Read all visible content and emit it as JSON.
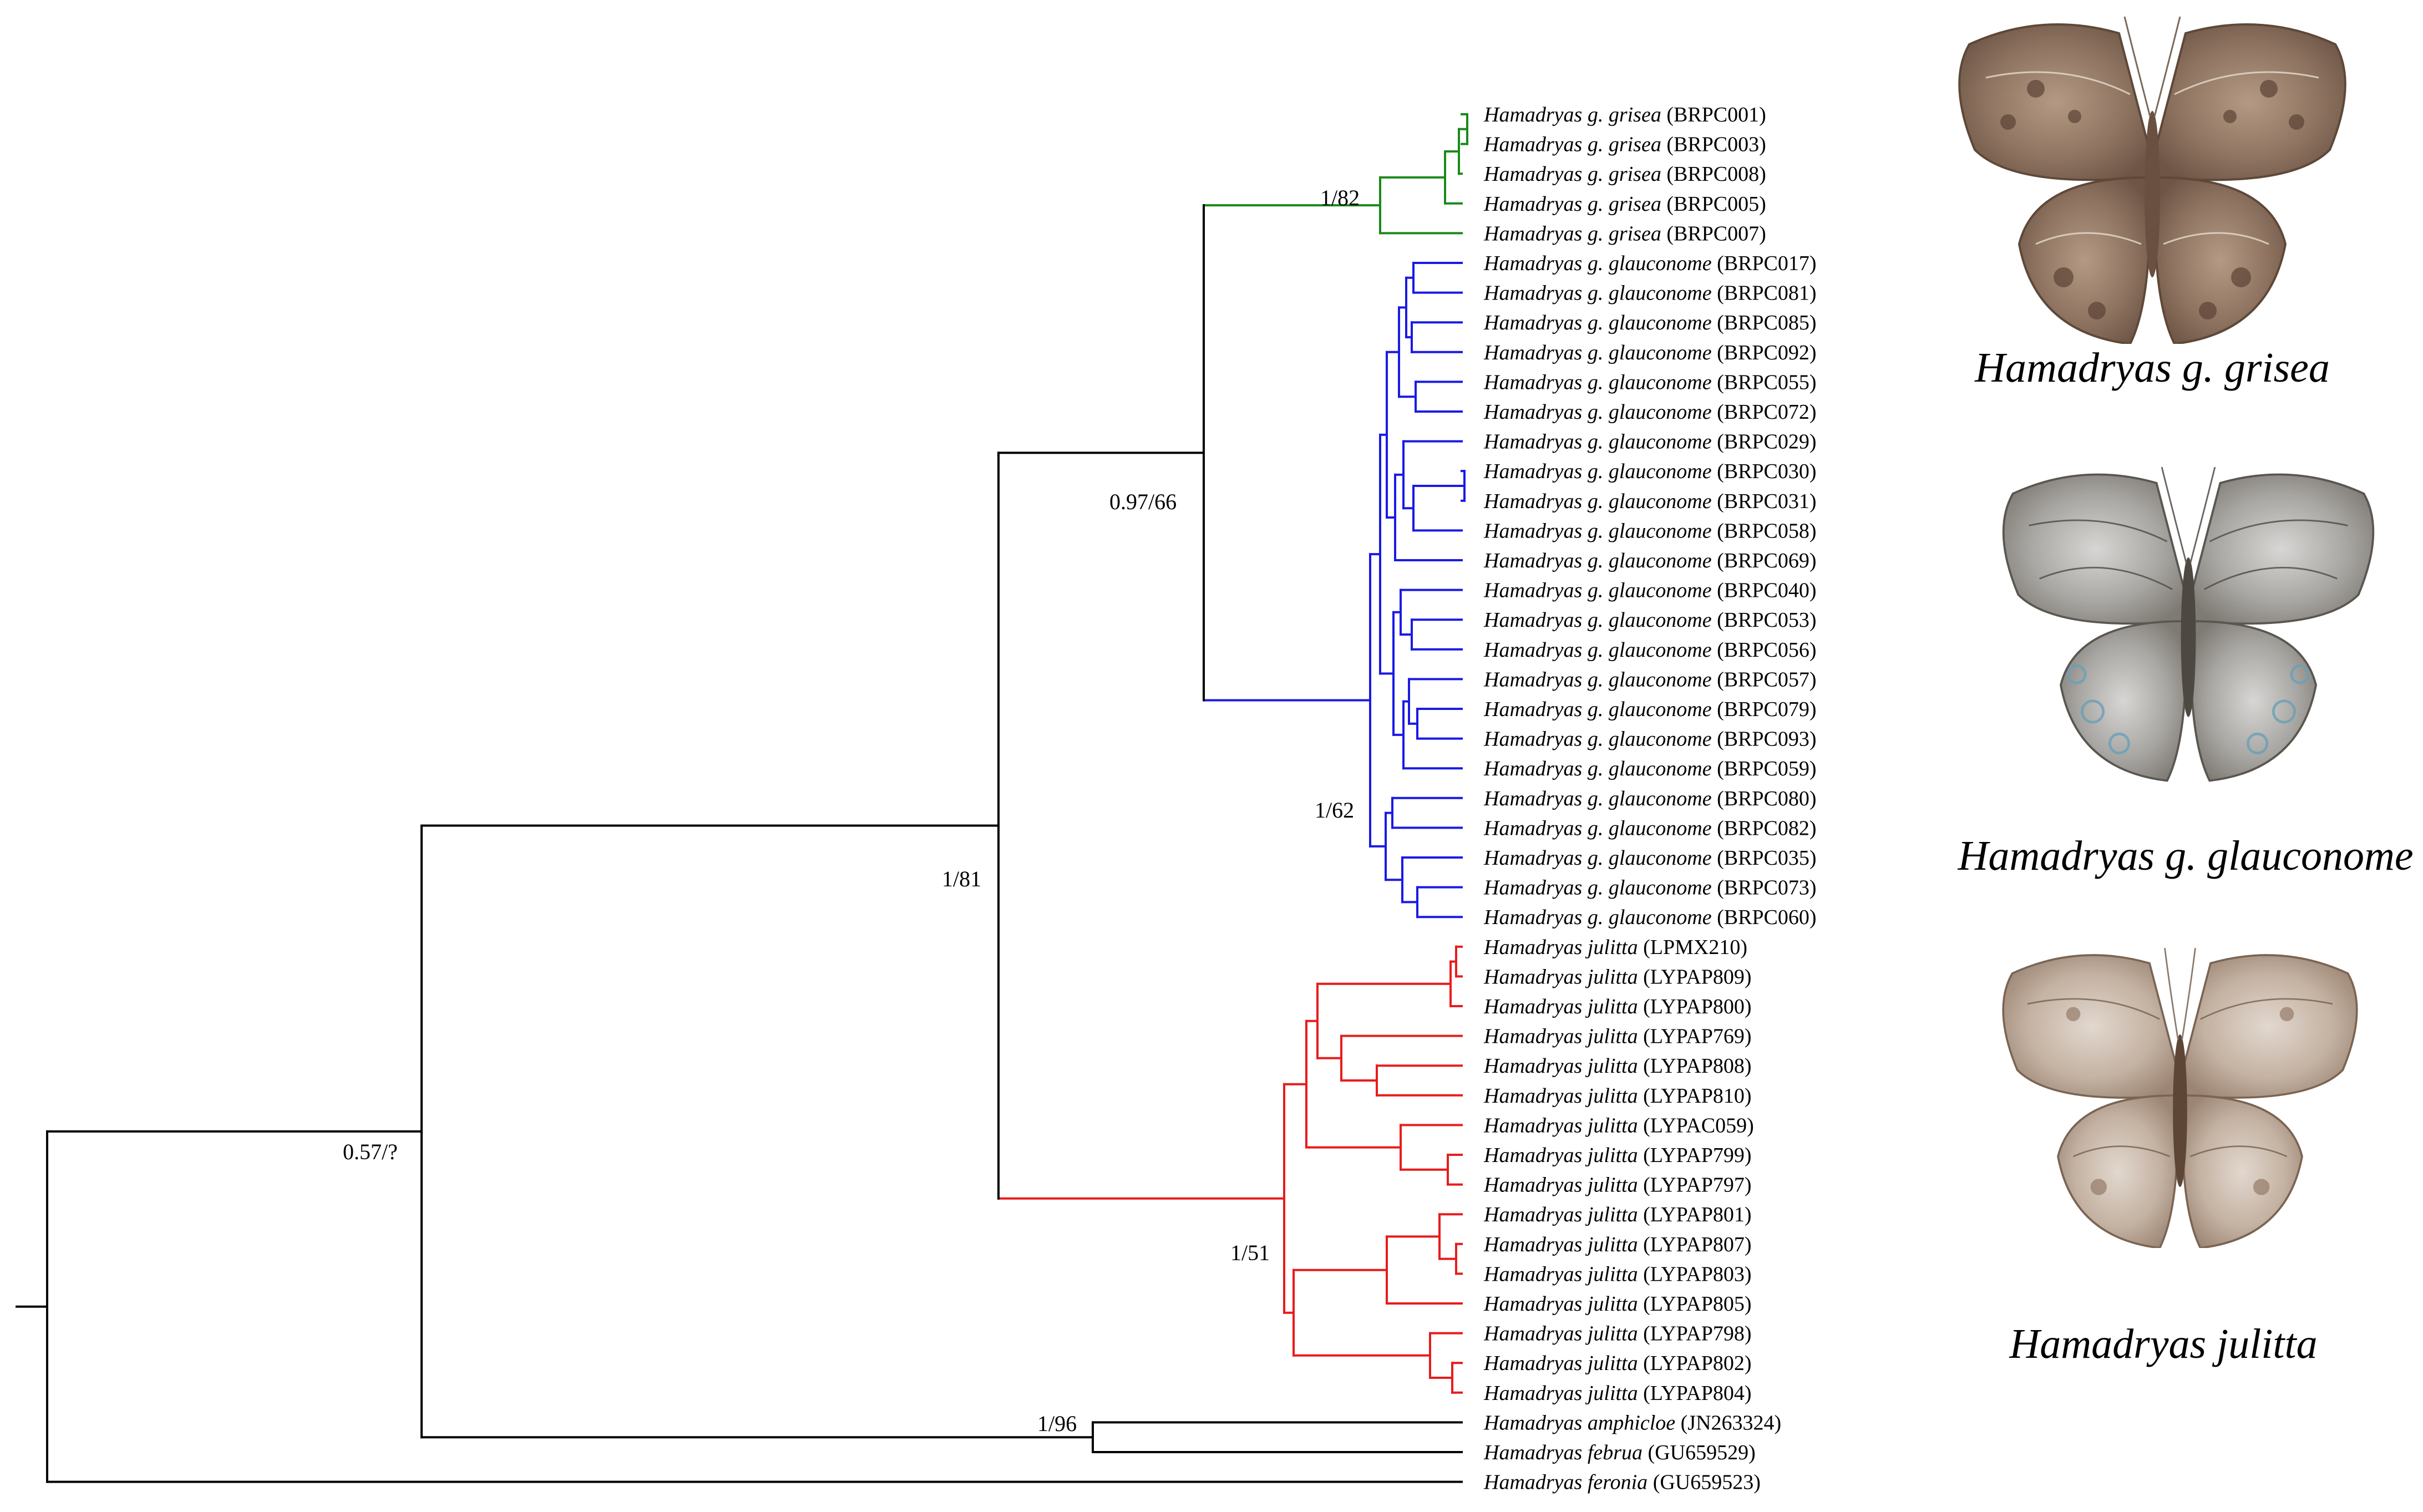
{
  "tips": [
    {
      "species": "Hamadryas g. grisea",
      "code": "(BRPC001)",
      "clade": "grisea"
    },
    {
      "species": "Hamadryas g. grisea",
      "code": "(BRPC003)",
      "clade": "grisea"
    },
    {
      "species": "Hamadryas g. grisea",
      "code": "(BRPC008)",
      "clade": "grisea"
    },
    {
      "species": "Hamadryas g. grisea",
      "code": "(BRPC005)",
      "clade": "grisea"
    },
    {
      "species": "Hamadryas g. grisea",
      "code": "(BRPC007)",
      "clade": "grisea"
    },
    {
      "species": "Hamadryas g. glauconome",
      "code": "(BRPC017)",
      "clade": "glauconome"
    },
    {
      "species": "Hamadryas g. glauconome",
      "code": "(BRPC081)",
      "clade": "glauconome"
    },
    {
      "species": "Hamadryas g. glauconome",
      "code": "(BRPC085)",
      "clade": "glauconome"
    },
    {
      "species": "Hamadryas g. glauconome",
      "code": "(BRPC092)",
      "clade": "glauconome"
    },
    {
      "species": "Hamadryas g. glauconome",
      "code": "(BRPC055)",
      "clade": "glauconome"
    },
    {
      "species": "Hamadryas g. glauconome",
      "code": "(BRPC072)",
      "clade": "glauconome"
    },
    {
      "species": "Hamadryas g. glauconome",
      "code": "(BRPC029)",
      "clade": "glauconome"
    },
    {
      "species": "Hamadryas g. glauconome",
      "code": "(BRPC030)",
      "clade": "glauconome"
    },
    {
      "species": "Hamadryas g. glauconome",
      "code": "(BRPC031)",
      "clade": "glauconome"
    },
    {
      "species": "Hamadryas g. glauconome",
      "code": "(BRPC058)",
      "clade": "glauconome"
    },
    {
      "species": "Hamadryas g. glauconome",
      "code": "(BRPC069)",
      "clade": "glauconome"
    },
    {
      "species": "Hamadryas g. glauconome",
      "code": "(BRPC040)",
      "clade": "glauconome"
    },
    {
      "species": "Hamadryas g. glauconome",
      "code": "(BRPC053)",
      "clade": "glauconome"
    },
    {
      "species": "Hamadryas g. glauconome",
      "code": "(BRPC056)",
      "clade": "glauconome"
    },
    {
      "species": "Hamadryas g. glauconome",
      "code": "(BRPC057)",
      "clade": "glauconome"
    },
    {
      "species": "Hamadryas g. glauconome",
      "code": "(BRPC079)",
      "clade": "glauconome"
    },
    {
      "species": "Hamadryas g. glauconome",
      "code": "(BRPC093)",
      "clade": "glauconome"
    },
    {
      "species": "Hamadryas g. glauconome",
      "code": "(BRPC059)",
      "clade": "glauconome"
    },
    {
      "species": "Hamadryas g. glauconome",
      "code": "(BRPC080)",
      "clade": "glauconome"
    },
    {
      "species": "Hamadryas g. glauconome",
      "code": "(BRPC082)",
      "clade": "glauconome"
    },
    {
      "species": "Hamadryas g. glauconome",
      "code": "(BRPC035)",
      "clade": "glauconome"
    },
    {
      "species": "Hamadryas g. glauconome",
      "code": "(BRPC073)",
      "clade": "glauconome"
    },
    {
      "species": "Hamadryas g. glauconome",
      "code": "(BRPC060)",
      "clade": "glauconome"
    },
    {
      "species": "Hamadryas julitta",
      "code": "(LPMX210)",
      "clade": "julitta"
    },
    {
      "species": "Hamadryas julitta",
      "code": "(LYPAP809)",
      "clade": "julitta"
    },
    {
      "species": "Hamadryas julitta",
      "code": "(LYPAP800)",
      "clade": "julitta"
    },
    {
      "species": "Hamadryas julitta",
      "code": "(LYPAP769)",
      "clade": "julitta"
    },
    {
      "species": "Hamadryas julitta",
      "code": "(LYPAP808)",
      "clade": "julitta"
    },
    {
      "species": "Hamadryas julitta",
      "code": "(LYPAP810)",
      "clade": "julitta"
    },
    {
      "species": "Hamadryas julitta",
      "code": "(LYPAC059)",
      "clade": "julitta"
    },
    {
      "species": "Hamadryas julitta",
      "code": "(LYPAP799)",
      "clade": "julitta"
    },
    {
      "species": "Hamadryas julitta",
      "code": "(LYPAP797)",
      "clade": "julitta"
    },
    {
      "species": "Hamadryas julitta",
      "code": "(LYPAP801)",
      "clade": "julitta"
    },
    {
      "species": "Hamadryas julitta",
      "code": "(LYPAP807)",
      "clade": "julitta"
    },
    {
      "species": "Hamadryas julitta",
      "code": "(LYPAP803)",
      "clade": "julitta"
    },
    {
      "species": "Hamadryas julitta",
      "code": "(LYPAP805)",
      "clade": "julitta"
    },
    {
      "species": "Hamadryas julitta",
      "code": "(LYPAP798)",
      "clade": "julitta"
    },
    {
      "species": "Hamadryas julitta",
      "code": "(LYPAP802)",
      "clade": "julitta"
    },
    {
      "species": "Hamadryas julitta",
      "code": "(LYPAP804)",
      "clade": "julitta"
    },
    {
      "species": "Hamadryas amphicloe",
      "code": "(JN263324)",
      "clade": "outgroup"
    },
    {
      "species": "Hamadryas februa",
      "code": "(GU659529)",
      "clade": "outgroup"
    },
    {
      "species": "Hamadryas feronia",
      "code": "(GU659523)",
      "clade": "outgroup"
    }
  ],
  "support_labels": {
    "grisea": "1/82",
    "glauconome_grisea": "0.97/66",
    "glauconome": "1/62",
    "ingroup": "1/81",
    "julitta": "1/51",
    "root_inner": "0.57/?",
    "amphicloe_februa": "1/96"
  },
  "clade_colors": {
    "grisea": "#1a8a1a",
    "glauconome": "#1a1ae6",
    "julitta": "#e81c1c",
    "backbone": "#000000",
    "outgroup": "#000000"
  },
  "panels": [
    {
      "label": "Hamadryas g. grisea",
      "icon": "grisea-butterfly-icon"
    },
    {
      "label": "Hamadryas g. glauconome",
      "icon": "glauconome-butterfly-icon"
    },
    {
      "label": "Hamadryas julitta",
      "icon": "julitta-butterfly-icon"
    }
  ]
}
